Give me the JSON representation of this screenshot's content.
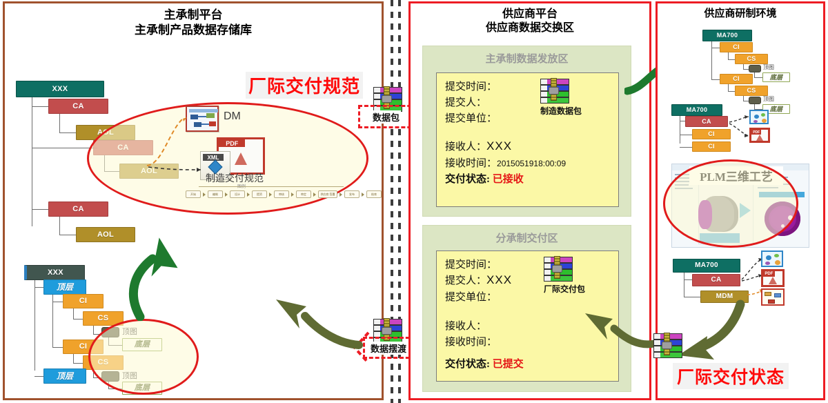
{
  "panels": {
    "left": {
      "title_line1": "主承制平台",
      "title_line2": "主承制产品数据存储库",
      "headline": "厂际交付规范",
      "dm_label": "DM",
      "spec_caption": "制造交付规范",
      "spec_caption_sub": "图例",
      "pdf_tag": "PDF",
      "xml_tag": "XML",
      "chain_steps": [
        "开始",
        "编制",
        "设计",
        "提资",
        "审核",
        "审定",
        "批准",
        "供应商\n签署",
        "发布",
        "结束"
      ],
      "tree_top": {
        "root": "XXX",
        "nodes": [
          "CA",
          "AOL",
          "CA",
          "AOL",
          "CA",
          "AOL"
        ]
      },
      "tree_bottom": {
        "root": "XXX",
        "level1": "顶层",
        "level1b": "顶层",
        "ci": "CI",
        "cs": "CS",
        "top_view": "顶图",
        "bottom_view": "底层"
      }
    },
    "middle": {
      "title_line1": "供应商平台",
      "title_line2": "供应商数据交换区",
      "zones": [
        {
          "name": "主承制数据发放区",
          "package_caption": "制造数据包",
          "fields": [
            {
              "key": "提交时间：",
              "value": ""
            },
            {
              "key": "提交人：",
              "value": ""
            },
            {
              "key": "提交单位：",
              "value": ""
            },
            {
              "key": "接收人：",
              "value": "XXX"
            },
            {
              "key": "接收时间：",
              "value": "2015051918:00:09"
            },
            {
              "key": "交付状态:",
              "value": "已接收",
              "status": true
            }
          ]
        },
        {
          "name": "分承制交付区",
          "package_caption": "厂际交付包",
          "fields": [
            {
              "key": "提交时间：",
              "value": ""
            },
            {
              "key": "提交人：",
              "value": "XXX"
            },
            {
              "key": "提交单位：",
              "value": ""
            },
            {
              "key": "接收人：",
              "value": ""
            },
            {
              "key": "接收时间：",
              "value": ""
            },
            {
              "key": "交付状态:",
              "value": "已提交",
              "status": true
            }
          ]
        }
      ]
    },
    "right": {
      "title": "供应商研制环境",
      "headline": "厂际交付状态",
      "plm_title": "PLM三维工艺",
      "tree_a": {
        "root": "MA700",
        "ci": "CI",
        "cs": "CS",
        "top_view": "顶图",
        "bottom_view": "底层"
      },
      "tree_b": {
        "root": "MA700",
        "ca": "CA",
        "ci1": "CI",
        "ci2": "CI"
      },
      "tree_c": {
        "root": "MA700",
        "ca": "CA",
        "mdm": "MDM"
      }
    }
  },
  "corridor": {
    "top_label": "数据包",
    "bottom_label": "数据摆渡"
  },
  "colors": {
    "left_panel_border": "#A0522D",
    "red_border": "#ED1C24",
    "red_headline": "#FF0A0A",
    "zone_bg": "#DCE6C4",
    "card_bg": "#FBF8A6",
    "status_red": "#E51616",
    "green_arrow": "#1E7A2E",
    "olive_arrow": "#5F6B33",
    "teal_node": "#0E6F63",
    "red_node": "#C24D4D",
    "gold_node": "#B08F29",
    "blue_node": "#1F9CDC",
    "orange_node": "#F0A22B",
    "highlight_ellipse": "#E01B1B"
  }
}
